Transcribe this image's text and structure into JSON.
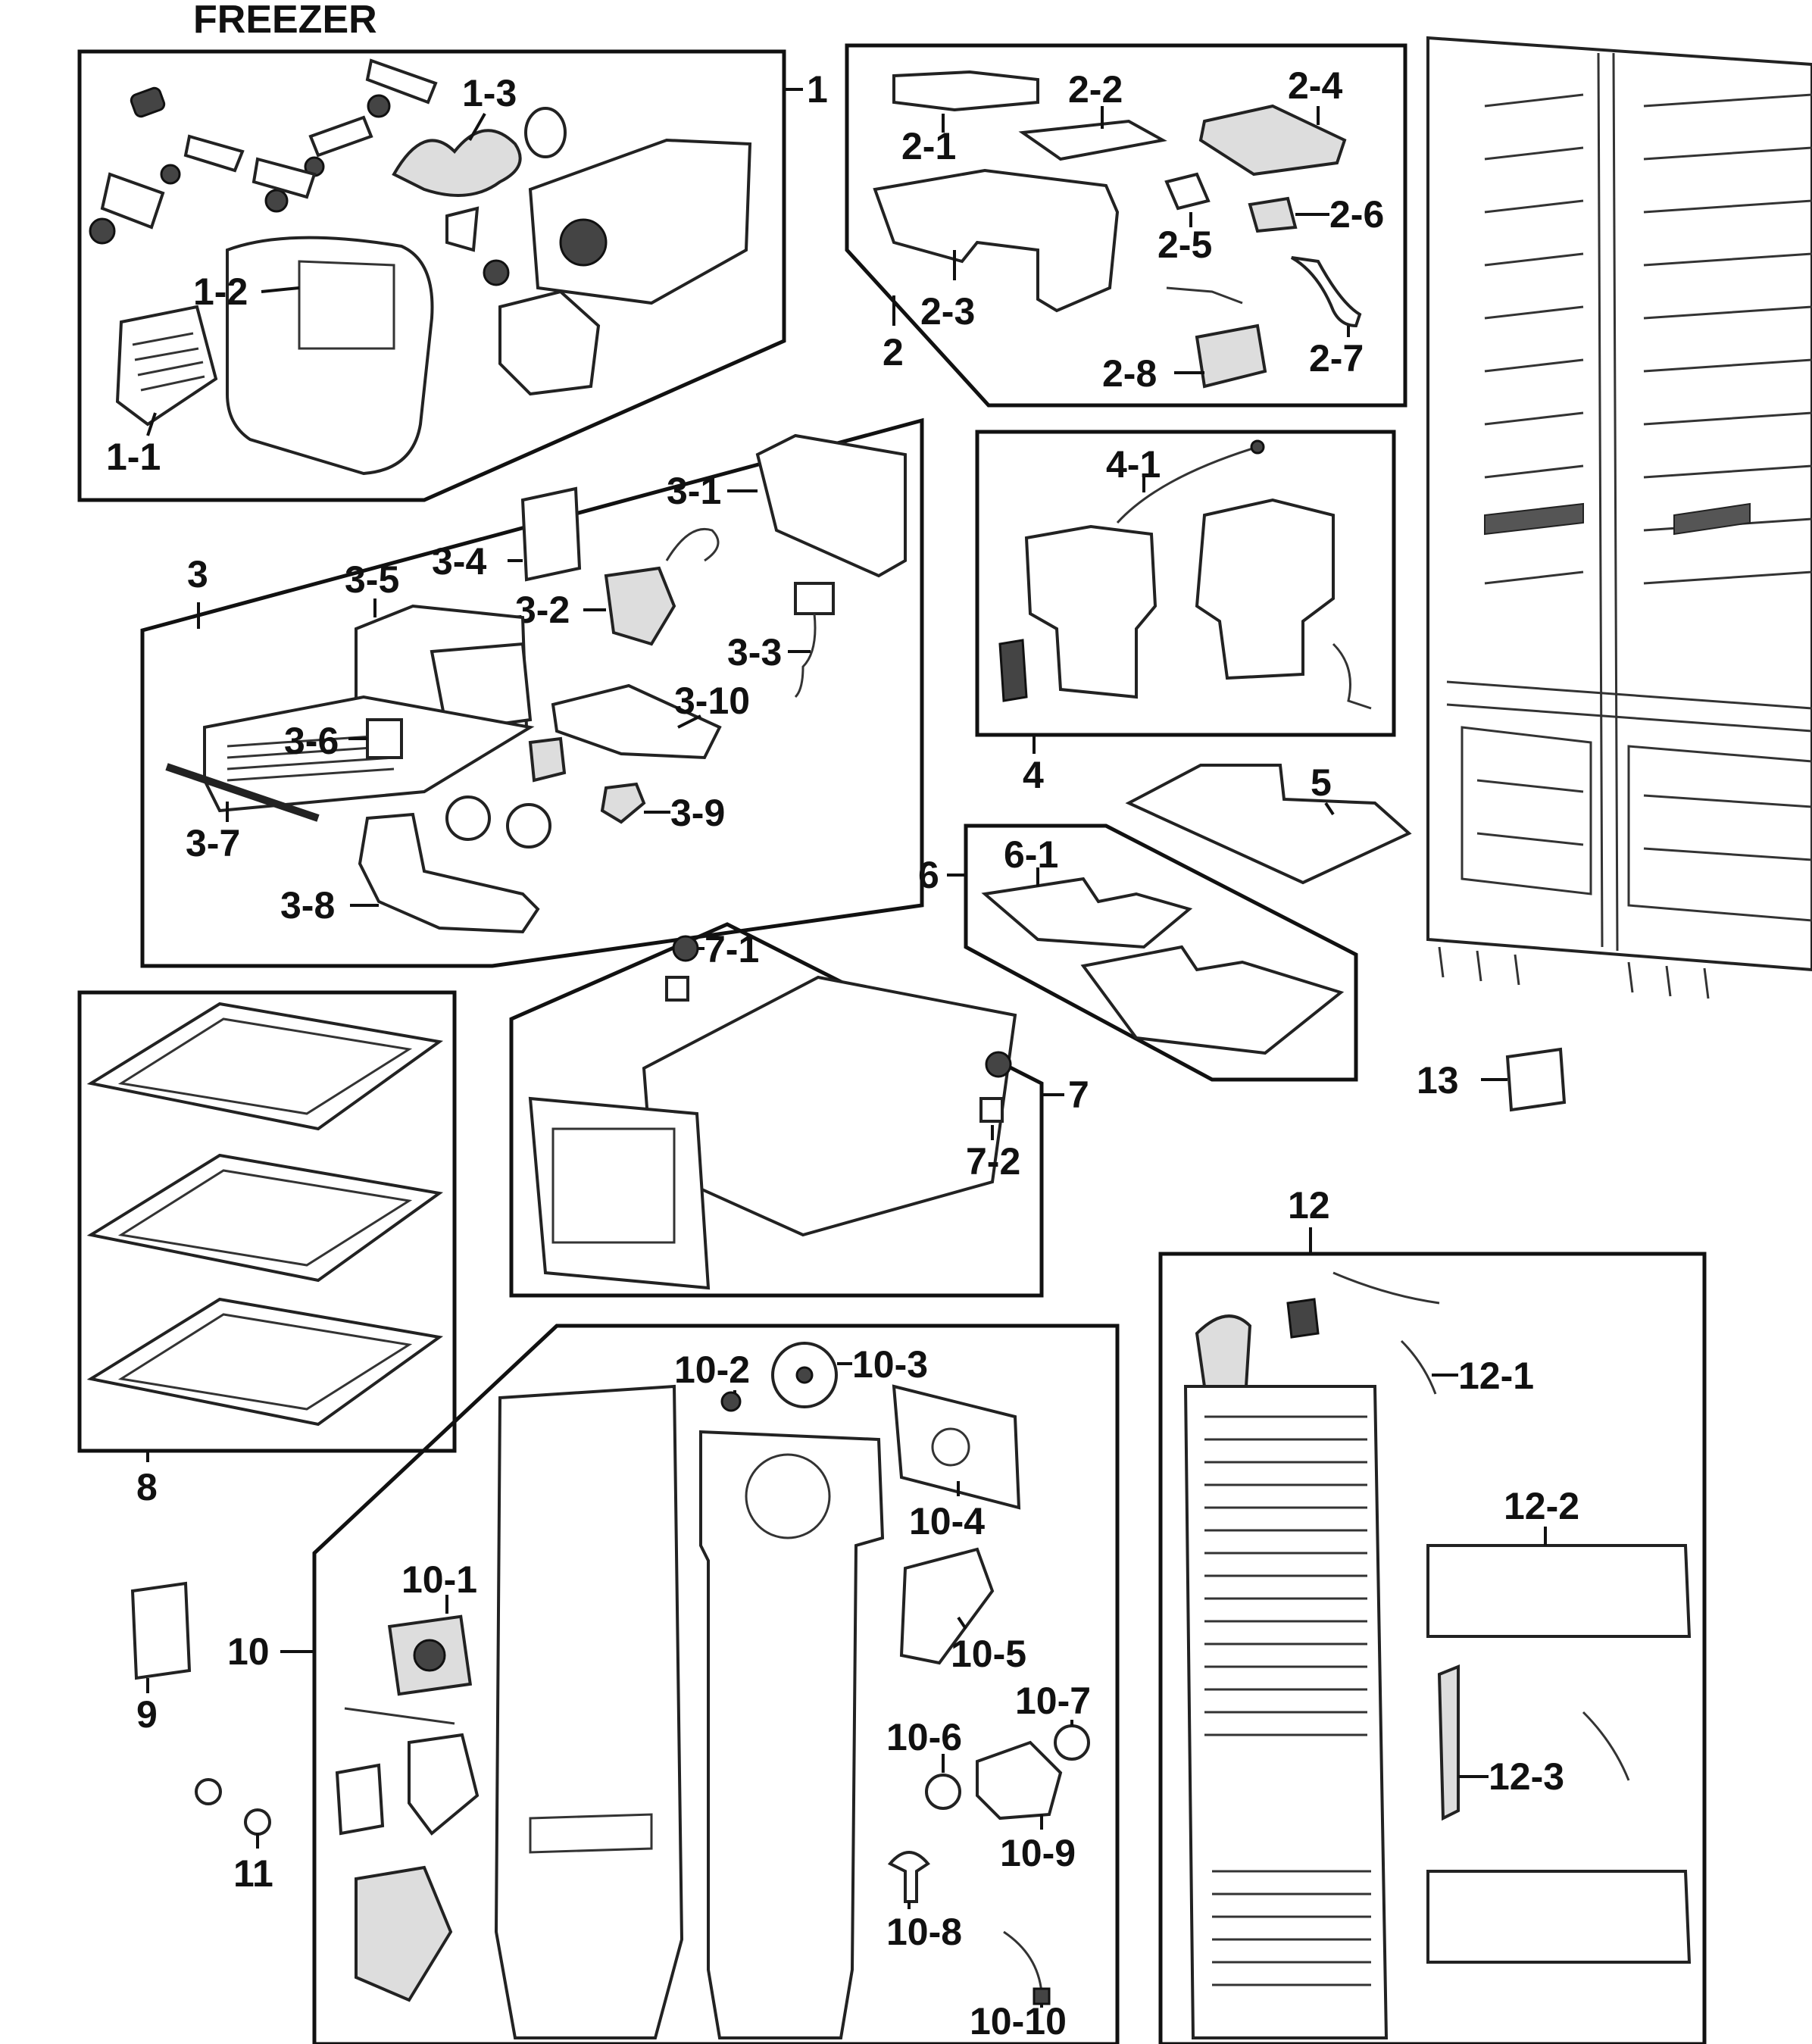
{
  "title": "FREEZER",
  "labels": {
    "g1": "1",
    "l1_1": "1-1",
    "l1_2": "1-2",
    "l1_3": "1-3",
    "g2": "2",
    "l2_1": "2-1",
    "l2_2": "2-2",
    "l2_3": "2-3",
    "l2_4": "2-4",
    "l2_5": "2-5",
    "l2_6": "2-6",
    "l2_7": "2-7",
    "l2_8": "2-8",
    "g3": "3",
    "l3_1": "3-1",
    "l3_2": "3-2",
    "l3_3": "3-3",
    "l3_4": "3-4",
    "l3_5": "3-5",
    "l3_6": "3-6",
    "l3_7": "3-7",
    "l3_8": "3-8",
    "l3_9": "3-9",
    "l3_10": "3-10",
    "g4": "4",
    "l4_1": "4-1",
    "g5": "5",
    "g6": "6",
    "l6_1": "6-1",
    "g7": "7",
    "l7_1": "7-1",
    "l7_2": "7-2",
    "g8": "8",
    "g9": "9",
    "g10": "10",
    "l10_1": "10-1",
    "l10_2": "10-2",
    "l10_3": "10-3",
    "l10_4": "10-4",
    "l10_5": "10-5",
    "l10_6": "10-6",
    "l10_7": "10-7",
    "l10_8": "10-8",
    "l10_9": "10-9",
    "l10_10": "10-10",
    "g11": "11",
    "g12": "12",
    "l12_1": "12-1",
    "l12_2": "12-2",
    "l12_3": "12-3",
    "g13": "13"
  }
}
